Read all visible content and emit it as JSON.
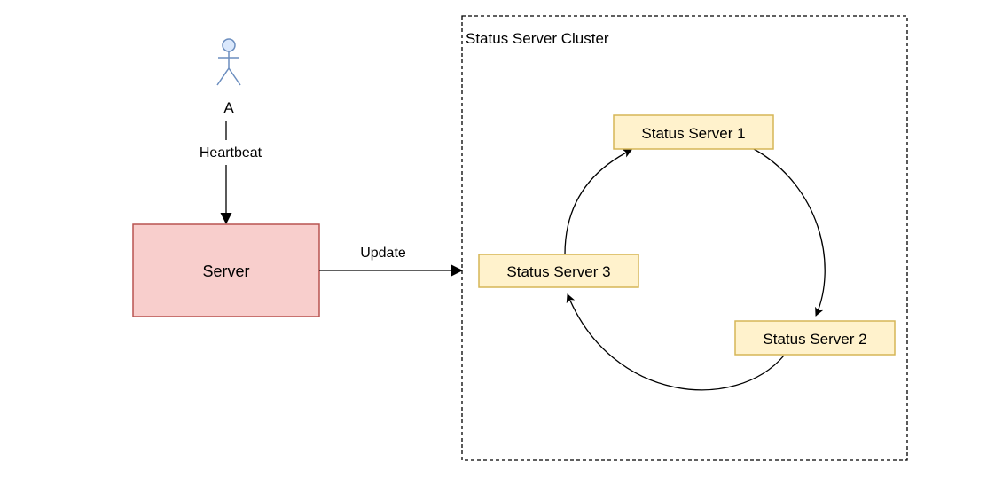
{
  "actor": {
    "label": "A"
  },
  "edges": {
    "heartbeat": "Heartbeat",
    "update": "Update"
  },
  "server": {
    "label": "Server"
  },
  "cluster": {
    "title": "Status Server Cluster",
    "nodes": {
      "s1": "Status Server 1",
      "s2": "Status Server 2",
      "s3": "Status Server 3"
    }
  },
  "colors": {
    "server_fill": "#f8cecc",
    "server_stroke": "#b85450",
    "node_fill": "#fff2cc",
    "node_stroke": "#d6b656",
    "actor_fill": "#dae8fc",
    "actor_stroke": "#6c8ebf"
  }
}
